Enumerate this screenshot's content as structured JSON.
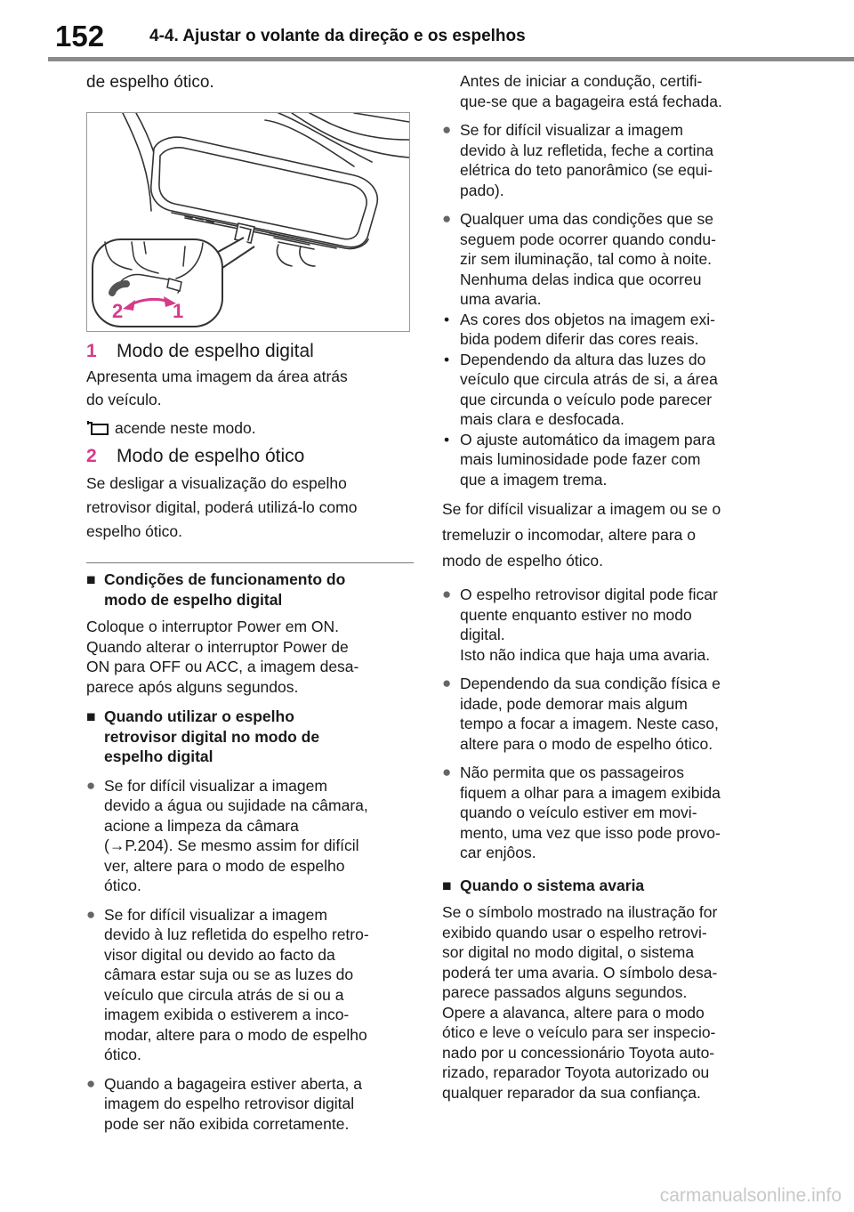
{
  "header": {
    "page_number": "152",
    "section_title": "4-4. Ajustar o volante da direção e os espelhos"
  },
  "left": {
    "intro": "de espelho ótico.",
    "figure": {
      "label_2": "2",
      "label_1": "1"
    },
    "mode1": {
      "num": "1",
      "title": "Modo de espelho digital",
      "lines": [
        "Apresenta uma imagem da área atrás",
        "do veículo."
      ],
      "icon_text": "acende neste modo."
    },
    "mode2": {
      "num": "2",
      "title": "Modo de espelho ótico",
      "lines": [
        "Se desligar a visualização do espelho",
        "retrovisor digital, poderá utilizá-lo como",
        "espelho ótico."
      ]
    },
    "cond": {
      "marker": "■",
      "title_lines": [
        "Condições de funcionamento do",
        "modo de espelho digital"
      ],
      "lines": [
        "Coloque o interruptor Power em ON.",
        "Quando alterar o interruptor Power de",
        "ON para OFF ou ACC, a imagem desa-",
        "parece após alguns segundos."
      ]
    },
    "usage": {
      "marker": "■",
      "title_lines": [
        "Quando utilizar o espelho",
        "retrovisor digital no modo de",
        "espelho digital"
      ],
      "bullets": [
        [
          "Se for difícil visualizar a imagem",
          "devido a água ou sujidade na câmara,",
          "acione a limpeza da câmara",
          "(→P.204). Se mesmo assim for difícil",
          "ver, altere para o modo de espelho",
          "ótico."
        ],
        [
          "Se for difícil visualizar a imagem",
          "devido à luz refletida do espelho retro-",
          "visor digital ou devido ao facto da",
          "câmara estar suja ou se as luzes do",
          "veículo que circula atrás de si ou a",
          "imagem exibida o estiverem a inco-",
          "modar, altere para o modo de espelho",
          "ótico."
        ],
        [
          "Quando a bagageira estiver aberta, a",
          "imagem do espelho retrovisor digital",
          "pode ser não exibida corretamente."
        ]
      ]
    }
  },
  "right": {
    "continuation": [
      "Antes de iniciar a condução, certifi-",
      "que-se que a bagageira está fechada."
    ],
    "bullets_a": [
      [
        "Se for difícil visualizar a imagem",
        "devido à luz refletida, feche a cortina",
        "elétrica do teto panorâmico (se equi-",
        "pado)."
      ],
      [
        "Qualquer uma das condições que se",
        "seguem pode ocorrer quando condu-",
        "zir sem iluminação, tal como à noite.",
        "Nenhuma delas indica que ocorreu",
        "uma avaria."
      ]
    ],
    "dashes": [
      [
        "As cores dos objetos na imagem exi-",
        "bida podem diferir das cores reais."
      ],
      [
        "Dependendo da altura das luzes do",
        "veículo que circula atrás de si, a área",
        "que circunda o veículo pode parecer",
        "mais clara e desfocada."
      ],
      [
        "O ajuste automático da imagem para",
        "mais luminosidade pode fazer com",
        "que a imagem trema."
      ]
    ],
    "para": [
      "Se for difícil visualizar a imagem ou se o",
      "tremeluzir o incomodar, altere para o",
      "modo de espelho ótico."
    ],
    "bullets_b": [
      [
        "O espelho retrovisor digital pode ficar",
        "quente enquanto estiver no modo",
        "digital.",
        "Isto não indica que haja uma avaria."
      ],
      [
        "Dependendo da sua condição física e",
        "idade, pode demorar mais algum",
        "tempo a focar a imagem. Neste caso,",
        "altere para o modo de espelho ótico."
      ],
      [
        "Não permita que os passageiros",
        "fiquem a olhar para a imagem exibida",
        "quando o veículo estiver em movi-",
        "mento, uma vez que isso pode provo-",
        "car enjôos."
      ]
    ],
    "failure": {
      "marker": "■",
      "title": "Quando o sistema avaria",
      "lines": [
        "Se o símbolo mostrado na ilustração for",
        "exibido quando usar o espelho retrovi-",
        "sor digital no modo digital, o sistema",
        "poderá ter uma avaria. O símbolo desa-",
        "parece passados alguns segundos.",
        "Opere a alavanca, altere para o modo",
        "ótico e leve o veículo para ser inspecio-",
        "nado por u concessionário Toyota auto-",
        "rizado, reparador Toyota autorizado ou",
        "qualquer reparador da sua confiança."
      ]
    }
  },
  "bullet_marker": "●",
  "dash_marker": "•",
  "watermark": "carmanualsonline.info"
}
